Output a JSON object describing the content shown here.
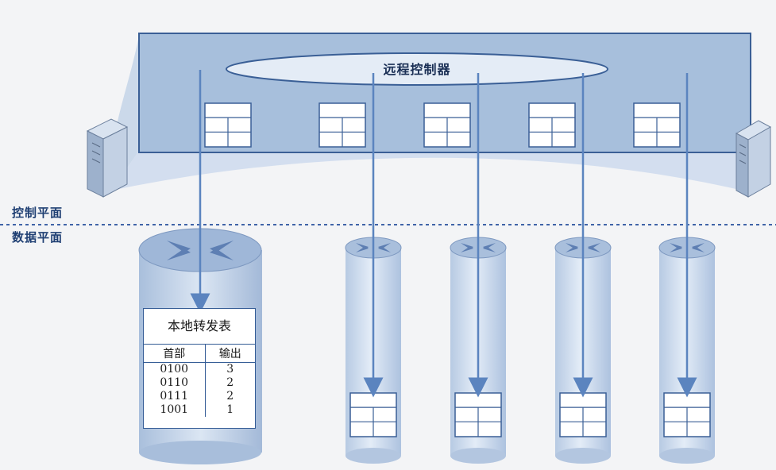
{
  "controller": {
    "label": "远程控制器"
  },
  "planes": {
    "control_label": "控制平面",
    "data_label": "数据平面"
  },
  "forwarding_table": {
    "title": "本地转发表",
    "headers": [
      "首部",
      "输出"
    ],
    "rows": [
      [
        "0100",
        "3"
      ],
      [
        "0110",
        "2"
      ],
      [
        "0111",
        "2"
      ],
      [
        "1001",
        "1"
      ]
    ]
  },
  "colors": {
    "controller_fill": "#a7bfdc",
    "controller_border": "#3a5f96",
    "router_fill": "#c9d8ec",
    "arrow": "#5b84bf",
    "plane_divider": "#3f63a8"
  }
}
